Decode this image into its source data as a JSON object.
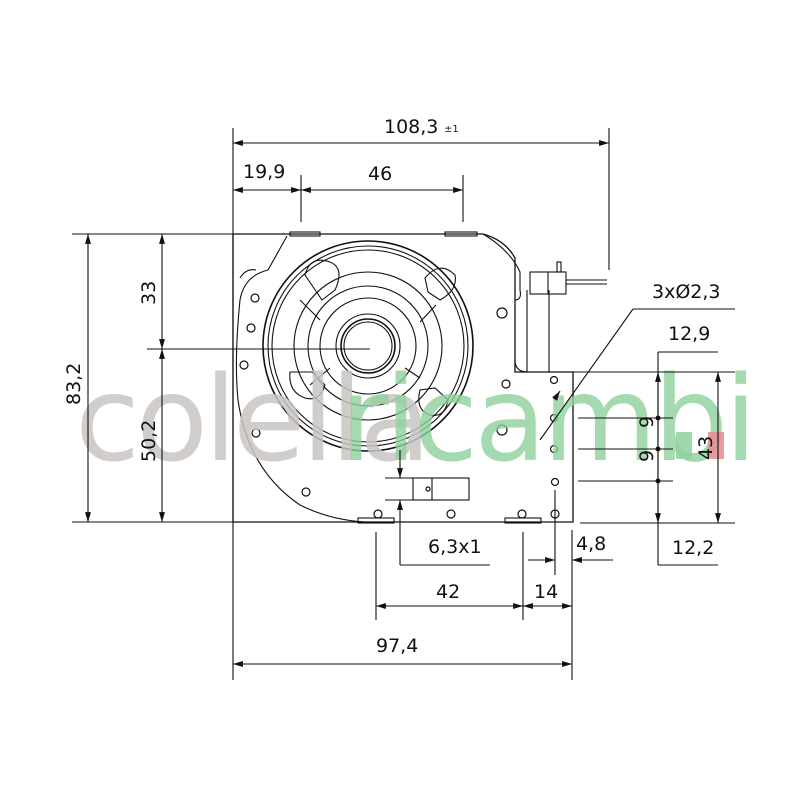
{
  "drawing": {
    "subject": "fan-dimension-drawing",
    "units": "mm",
    "dimensions": {
      "overall_width": "108,3",
      "overall_width_tolerance": "±1",
      "left_to_first_mount": "19,9",
      "mount_spacing_top": "46",
      "overall_height": "83,2",
      "top_to_axis": "33",
      "axis_to_bottom": "50,2",
      "holes": "3xØ2,3",
      "hole_offset_x": "12,9",
      "hole_pitch_1": "9",
      "hole_pitch_2": "9",
      "hole_span_height": "43",
      "hole_bottom_offset": "12,2",
      "terminal_size": "6,3x1",
      "edge_offset": "4,8",
      "mount_spacing_bottom": "42",
      "mount_to_edge": "14",
      "base_width": "97,4"
    }
  },
  "watermark": {
    "part1": "colella",
    "part2": "ricambi",
    "color_gray": "#c9c5c2",
    "color_green": "#8fd19e",
    "flag_green": "#8fd19e",
    "flag_red": "#e88a92"
  }
}
